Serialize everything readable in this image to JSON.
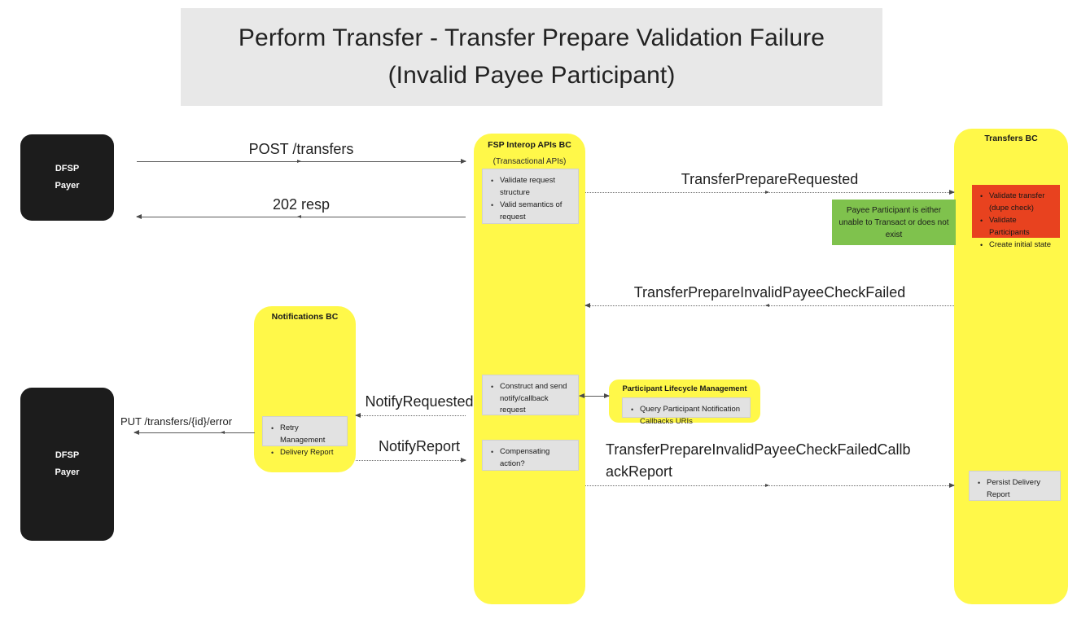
{
  "title": {
    "line1": "Perform Transfer - Transfer Prepare Validation Failure",
    "line2": "(Invalid Payee Participant)"
  },
  "colors": {
    "banner_bg": "#e8e8e8",
    "lane_yellow": "#fff849",
    "actor_black": "#1c1c1c",
    "note_gray": "#e2e2e2",
    "note_red": "#e8421f",
    "note_green": "#7fc24d",
    "arrow_gray": "#5a5a5a"
  },
  "actors": [
    {
      "id": "dfsp-payer-top",
      "line1": "DFSP",
      "line2": "Payer"
    },
    {
      "id": "dfsp-payer-bottom",
      "line1": "DFSP",
      "line2": "Payer"
    }
  ],
  "lanes": [
    {
      "id": "fsp-interop-apis-bc",
      "title": "FSP Interop APIs BC",
      "subtitle": "(Transactional APIs)"
    },
    {
      "id": "notifications-bc",
      "title": "Notifications BC",
      "subtitle": ""
    },
    {
      "id": "transfers-bc",
      "title": "Transfers BC",
      "subtitle": ""
    }
  ],
  "sublane": {
    "id": "participant-lifecycle-management",
    "title": "Participant Lifecycle Management",
    "bullets": [
      "Query Participant Notification Callbacks URIs"
    ]
  },
  "notes": {
    "interop_validate": {
      "bullets": [
        "Validate request structure",
        "Valid semantics of request"
      ]
    },
    "transfers_validate": {
      "bullets": [
        "Validate transfer (dupe check)",
        "Validate Participants",
        "Create initial state"
      ]
    },
    "interop_construct": {
      "bullets": [
        "Construct and send notify/callback request"
      ]
    },
    "interop_compensating": {
      "bullets": [
        "Compensating action?"
      ]
    },
    "notifications_retry": {
      "bullets": [
        "Retry Management",
        "Delivery Report"
      ]
    },
    "transfers_persist": {
      "bullets": [
        "Persist Delivery Report"
      ]
    },
    "green_annotation": "Payee Participant is either unable to Transact or does not exist"
  },
  "messages": {
    "post_transfers": "POST /transfers",
    "resp_202": "202 resp",
    "transfer_prepare_requested": "TransferPrepareRequested",
    "transfer_prepare_invalid_payee_check_failed": "TransferPrepareInvalidPayeeCheckFailed",
    "notify_requested": "NotifyRequested",
    "notify_report": "NotifyReport",
    "put_transfers_error": "PUT /transfers/{id}/error",
    "transfer_prepare_invalid_payee_callback_report_l1": "TransferPrepareInvalidPayeeCheckFailedCallb",
    "transfer_prepare_invalid_payee_callback_report_l2": "ackReport"
  }
}
